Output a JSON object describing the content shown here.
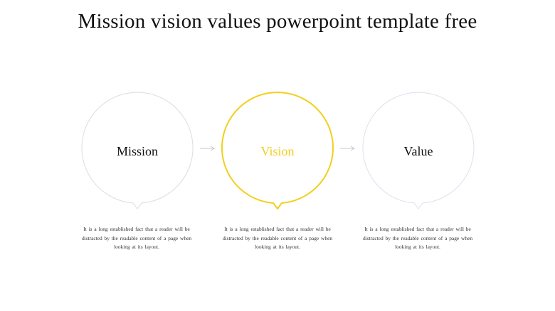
{
  "title": "Mission vision values powerpoint template free",
  "colors": {
    "accent": "#f2cf1c",
    "inactive_circle": "#dcdcdc",
    "value_circle": "#e6dcec",
    "arrow": "#c8c8c8",
    "text": "#111111"
  },
  "items": [
    {
      "label": "Mission",
      "description": "It is a long established fact that a reader will be distracted by the readable content of a page when looking at its layout."
    },
    {
      "label": "Vision",
      "description": "It is a long established fact that a reader will be distracted by the readable content of a page when looking at its layout."
    },
    {
      "label": "Value",
      "description": "It is a long established fact that a reader will be distracted by the readable content of a page when looking at its layout."
    }
  ],
  "arrow_icons": [
    "arrow-right-icon",
    "arrow-right-icon"
  ]
}
